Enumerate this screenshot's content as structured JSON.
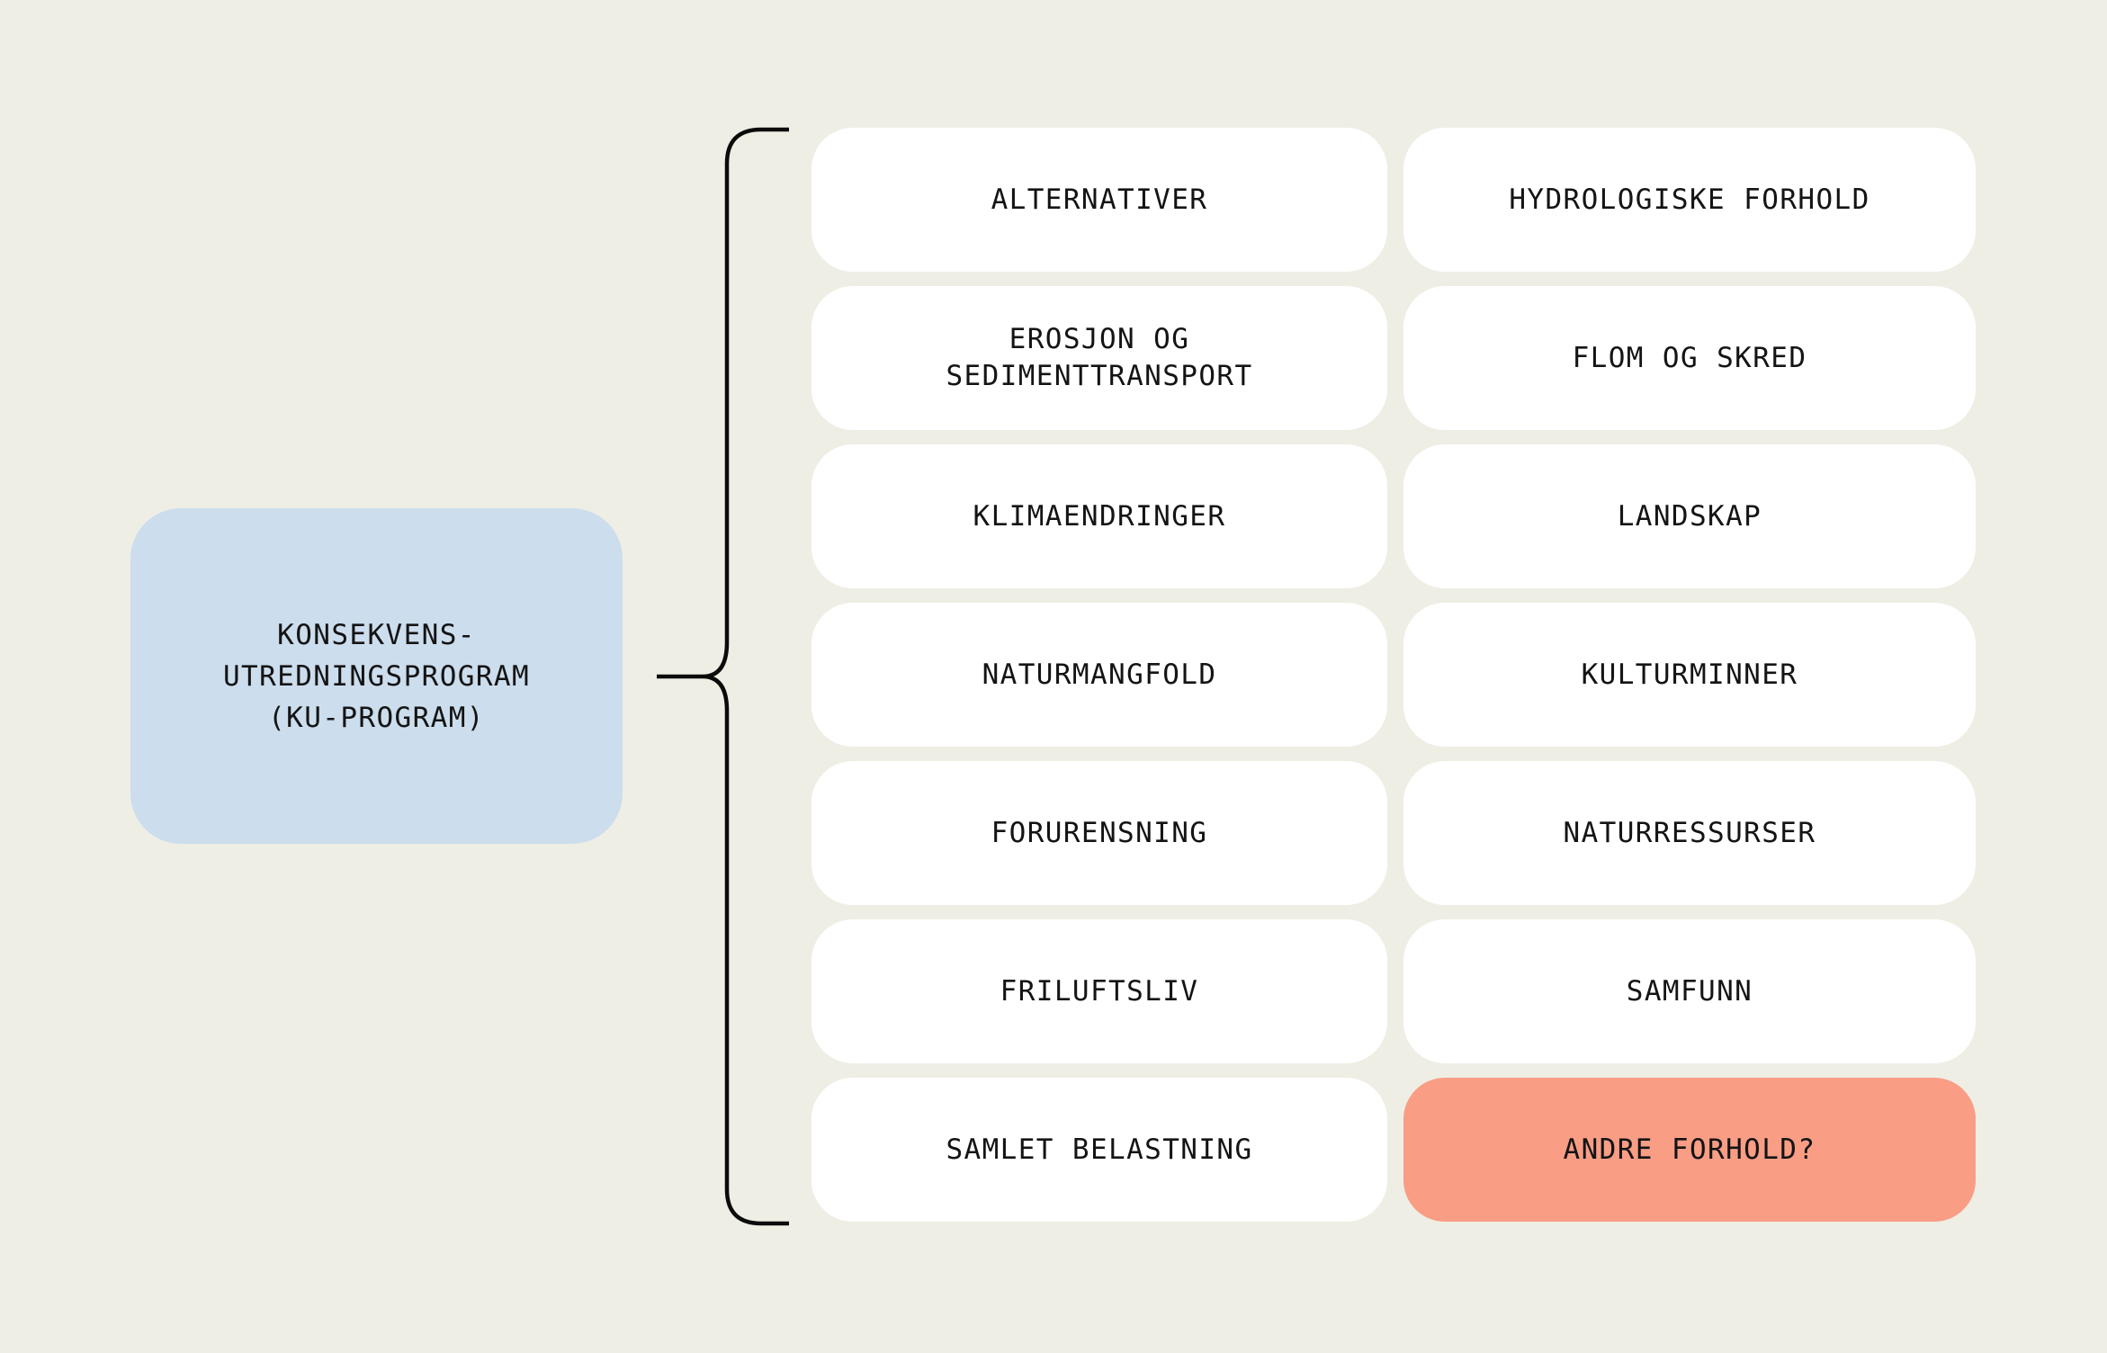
{
  "colors": {
    "bg": "#EFEEE5",
    "card": "#FFFFFF",
    "accent": "#CCDDED",
    "highlight": "#F99D85",
    "ink": "#141414",
    "line": "#0B0B0B"
  },
  "diagram": {
    "root": {
      "label": "KONSEKVENS-UTREDNINGSPROGRAM (KU-PROGRAM)",
      "lines": [
        "KONSEKVENS-",
        "UTREDNINGSPROGRAM",
        "(KU-PROGRAM)"
      ]
    },
    "connector": "curly-brace",
    "items": [
      {
        "label": "ALTERNATIVER",
        "lines": [
          "ALTERNATIVER"
        ],
        "variant": "default"
      },
      {
        "label": "HYDROLOGISKE FORHOLD",
        "lines": [
          "HYDROLOGISKE FORHOLD"
        ],
        "variant": "default"
      },
      {
        "label": "EROSJON OG SEDIMENTTRANSPORT",
        "lines": [
          "EROSJON OG",
          "SEDIMENTTRANSPORT"
        ],
        "variant": "default"
      },
      {
        "label": "FLOM OG SKRED",
        "lines": [
          "FLOM OG SKRED"
        ],
        "variant": "default"
      },
      {
        "label": "KLIMAENDRINGER",
        "lines": [
          "KLIMAENDRINGER"
        ],
        "variant": "default"
      },
      {
        "label": "LANDSKAP",
        "lines": [
          "LANDSKAP"
        ],
        "variant": "default"
      },
      {
        "label": "NATURMANGFOLD",
        "lines": [
          "NATURMANGFOLD"
        ],
        "variant": "default"
      },
      {
        "label": "KULTURMINNER",
        "lines": [
          "KULTURMINNER"
        ],
        "variant": "default"
      },
      {
        "label": "FORURENSNING",
        "lines": [
          "FORURENSNING"
        ],
        "variant": "default"
      },
      {
        "label": "NATURRESSURSER",
        "lines": [
          "NATURRESSURSER"
        ],
        "variant": "default"
      },
      {
        "label": "FRILUFTSLIV",
        "lines": [
          "FRILUFTSLIV"
        ],
        "variant": "default"
      },
      {
        "label": "SAMFUNN",
        "lines": [
          "SAMFUNN"
        ],
        "variant": "default"
      },
      {
        "label": "SAMLET BELASTNING",
        "lines": [
          "SAMLET BELASTNING"
        ],
        "variant": "default"
      },
      {
        "label": "ANDRE FORHOLD?",
        "lines": [
          "ANDRE FORHOLD?"
        ],
        "variant": "highlight"
      }
    ]
  }
}
